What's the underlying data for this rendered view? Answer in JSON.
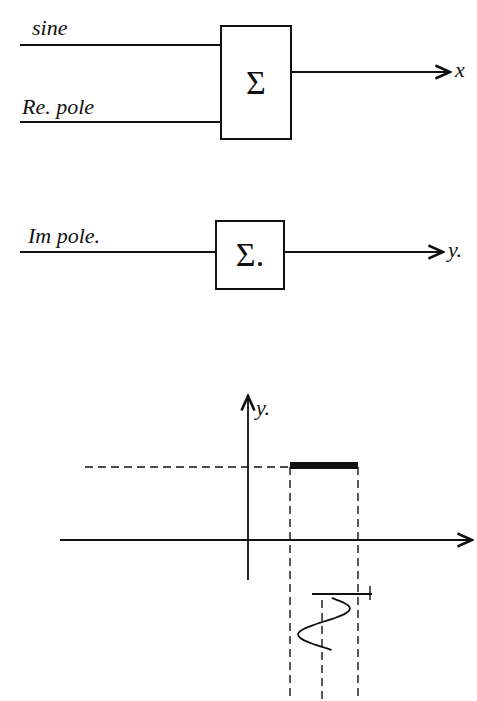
{
  "diagram": {
    "nodes": [
      {
        "text": [
          "Σ"
        ]
      },
      {
        "text": [
          "Σ."
        ]
      }
    ],
    "labels": [
      "sine",
      "Re. pole",
      "x",
      "Im pole.",
      "y.",
      "y."
    ]
  }
}
